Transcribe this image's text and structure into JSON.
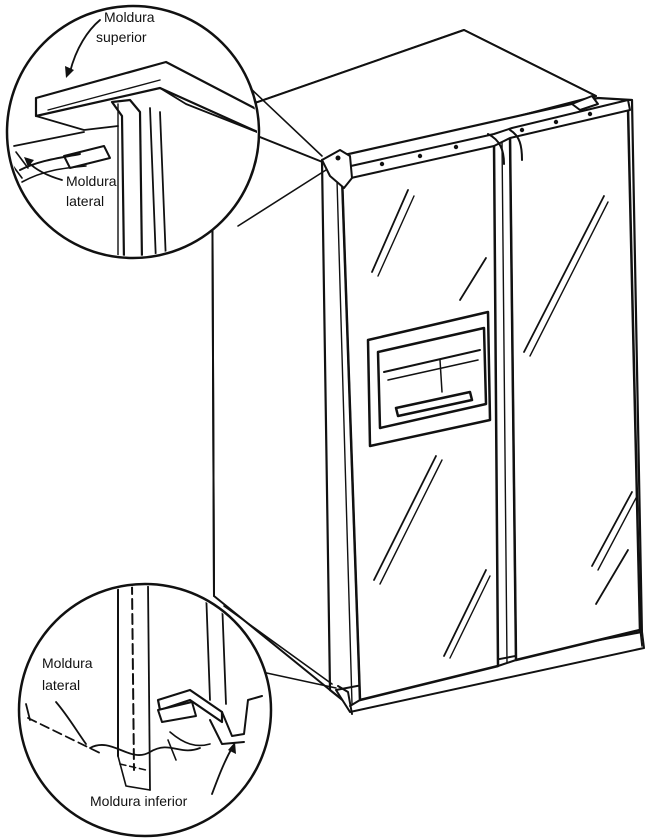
{
  "callouts": {
    "top": {
      "label_top_line1": "Moldura",
      "label_top_line2": "superior",
      "label_side_line1": "Moldura",
      "label_side_line2": "lateral"
    },
    "bottom": {
      "label_side_line1": "Moldura",
      "label_side_line2": "lateral",
      "label_bottom": "Moldura inferior"
    }
  },
  "colors": {
    "ink": "#111111",
    "paper": "#ffffff"
  }
}
